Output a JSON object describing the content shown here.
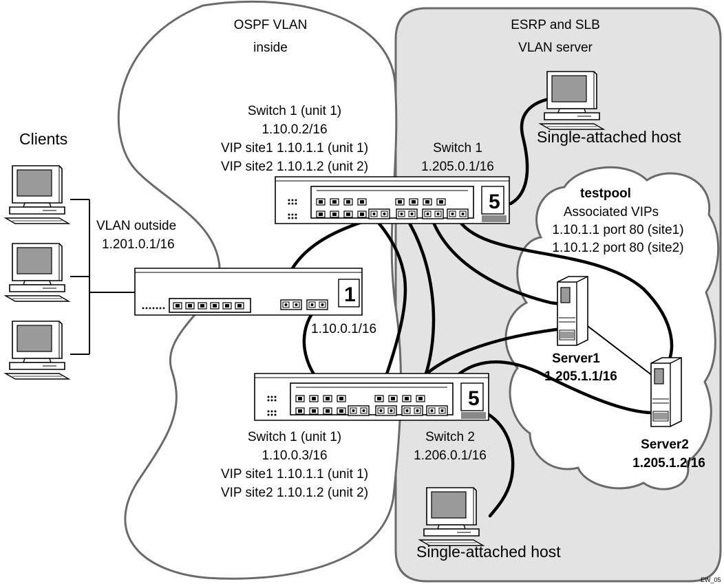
{
  "regions": {
    "ospf_title_line1": "OSPF VLAN",
    "ospf_title_line2": "inside",
    "esrp_title_line1": "ESRP and SLB",
    "esrp_title_line2": "VLAN server"
  },
  "clients": {
    "title": "Clients",
    "vlan_outside_line1": "VLAN outside",
    "vlan_outside_line2": "1.201.0.1/16"
  },
  "switch_top": {
    "line1": "Switch 1 (unit 1)",
    "line2": "1.10.0.2/16",
    "line3": "VIP site1 1.10.1.1 (unit 1)",
    "line4": "VIP site2 1.10.1.2 (unit 2)",
    "server_side_line1": "Switch 1",
    "server_side_line2": "1.205.0.1/16",
    "badge": "5"
  },
  "switch_middle": {
    "addr": "1.10.0.1/16",
    "badge": "1"
  },
  "switch_bottom": {
    "line1": "Switch 1 (unit 1)",
    "line2": "1.10.0.3/16",
    "line3": "VIP site1 1.10.1.1 (unit 1)",
    "line4": "VIP site2 1.10.1.2 (unit 2)",
    "server_side_line1": "Switch 2",
    "server_side_line2": "1.206.0.1/16",
    "badge": "5"
  },
  "hosts": {
    "top_label": "Single-attached host",
    "bottom_label": "Single-attached host"
  },
  "testpool": {
    "title": "testpool",
    "line1": "Associated VIPs",
    "line2": "1.10.1.1 port 80 (site1)",
    "line3": "1.10.1.2 port 80 (site2)"
  },
  "servers": {
    "server1_name": "Server1",
    "server1_addr": "1.205.1.1/16",
    "server2_name": "Server2",
    "server2_addr": "1.205.1.2/16"
  },
  "footer": {
    "code": "EW_05"
  }
}
